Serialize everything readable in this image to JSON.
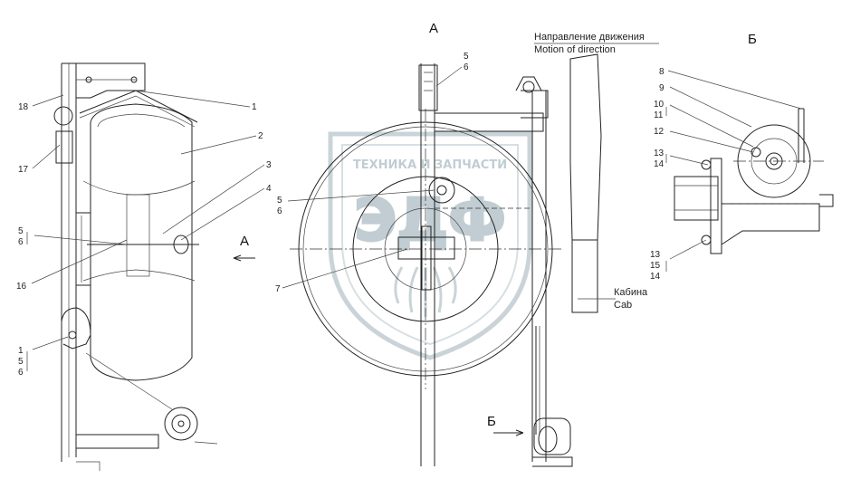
{
  "views": {
    "a_title": "А",
    "b_title": "Б",
    "a_arrow_label": "А",
    "b_arrow_label": "Б"
  },
  "captions": {
    "direction_ru": "Направление движения",
    "direction_en": "Motion of direction",
    "cab_ru": "Кабина",
    "cab_en": "Cab"
  },
  "watermark": {
    "text": "ТЕХНИКА И ЗАПЧАСТИ",
    "logo": "ЭДФ"
  },
  "callouts": {
    "left": {
      "c18": "18",
      "c1_top": "1",
      "c2": "2",
      "c3": "3",
      "c4": "4",
      "c17": "17",
      "c5": "5",
      "c6": "6",
      "c16": "16",
      "c1_bot": "1",
      "c5_bot": "5",
      "c6_bot": "6"
    },
    "center": {
      "c5_top": "5",
      "c6_top": "6",
      "c5_mid": "5",
      "c6_mid": "6",
      "c7": "7"
    },
    "right": {
      "c8": "8",
      "c9": "9",
      "c10": "10",
      "c11": "11",
      "c12": "12",
      "c13_top": "13",
      "c14_top": "14",
      "c13_bot": "13",
      "c15_bot": "15",
      "c14_bot": "14"
    }
  }
}
